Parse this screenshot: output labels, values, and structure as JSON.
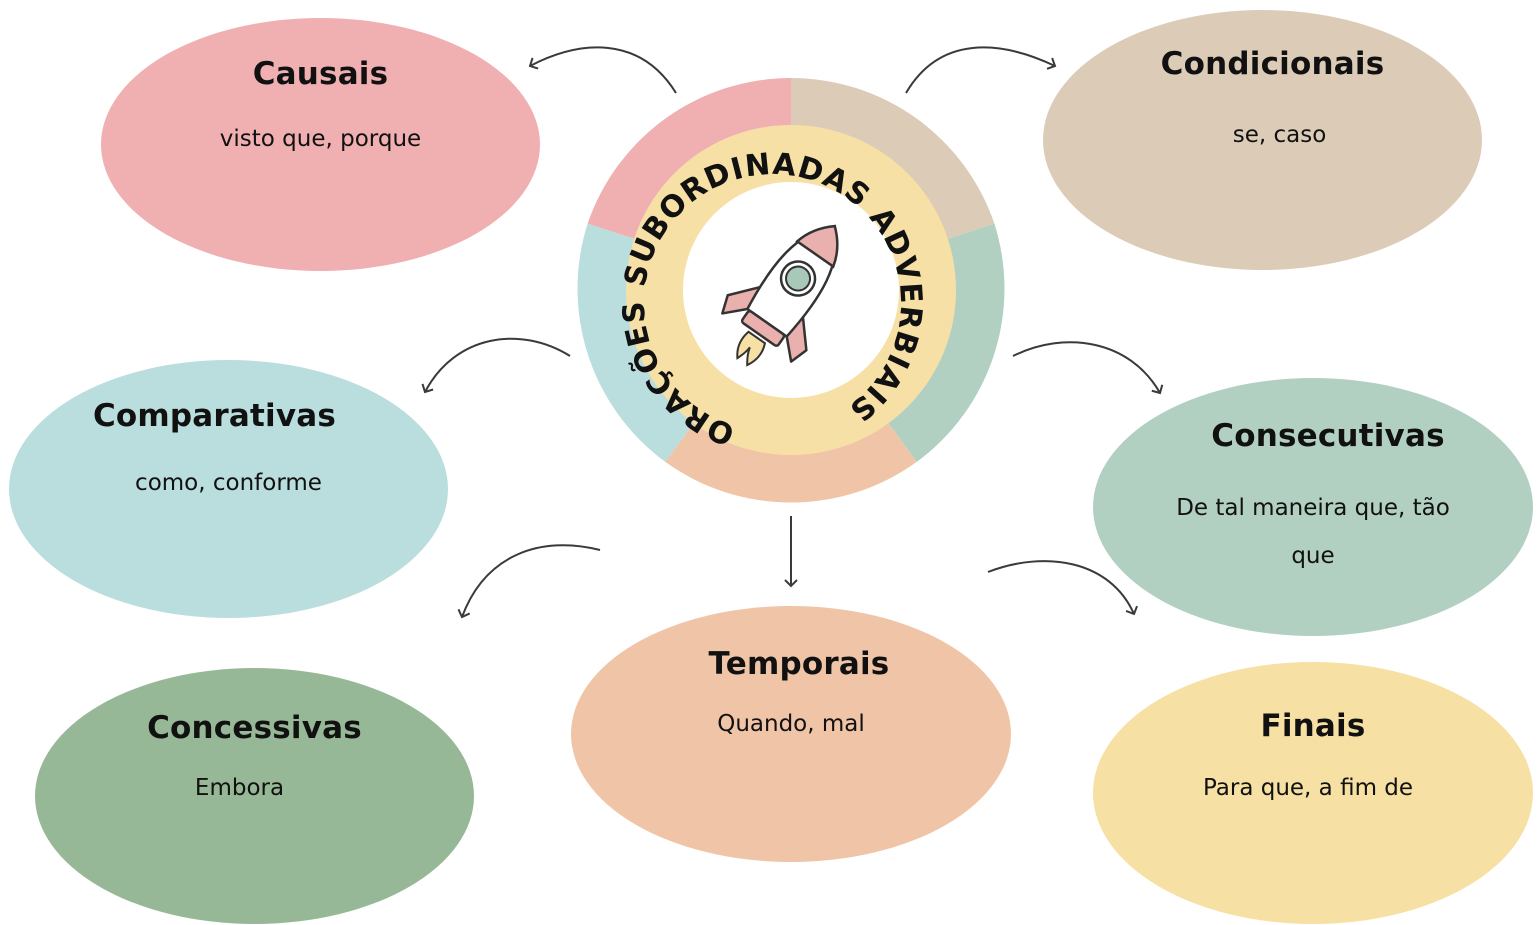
{
  "center": {
    "title": "ORAÇÕES SUBORDINADAS ADVERBIAIS",
    "icon": "rocket-icon"
  },
  "nodes": {
    "causais": {
      "title": "Causais",
      "text": "visto que, porque",
      "color": "#f0b0b2"
    },
    "condicionais": {
      "title": "Condicionais",
      "text": "se, caso",
      "color": "#dccbb7"
    },
    "comparativas": {
      "title": "Comparativas",
      "text": "como, conforme",
      "color": "#badddd"
    },
    "consecutivas": {
      "title": "Consecutivas",
      "text_line1": "De tal maneira que, tão",
      "text_line2": "que",
      "color": "#b2d0c2"
    },
    "concessivas": {
      "title": "Concessivas",
      "text": "Embora",
      "color": "#97b896"
    },
    "temporais": {
      "title": "Temporais",
      "text": "Quando, mal",
      "color": "#f0c4a7"
    },
    "finais": {
      "title": "Finais",
      "text": "Para que, a fim de",
      "color": "#f7e0a3"
    }
  },
  "colors": {
    "ring_inner": "#f7e0a6",
    "arrow": "#3a3a3a",
    "rocket_pink": "#eab0ae",
    "rocket_window": "#a9c9b8"
  }
}
